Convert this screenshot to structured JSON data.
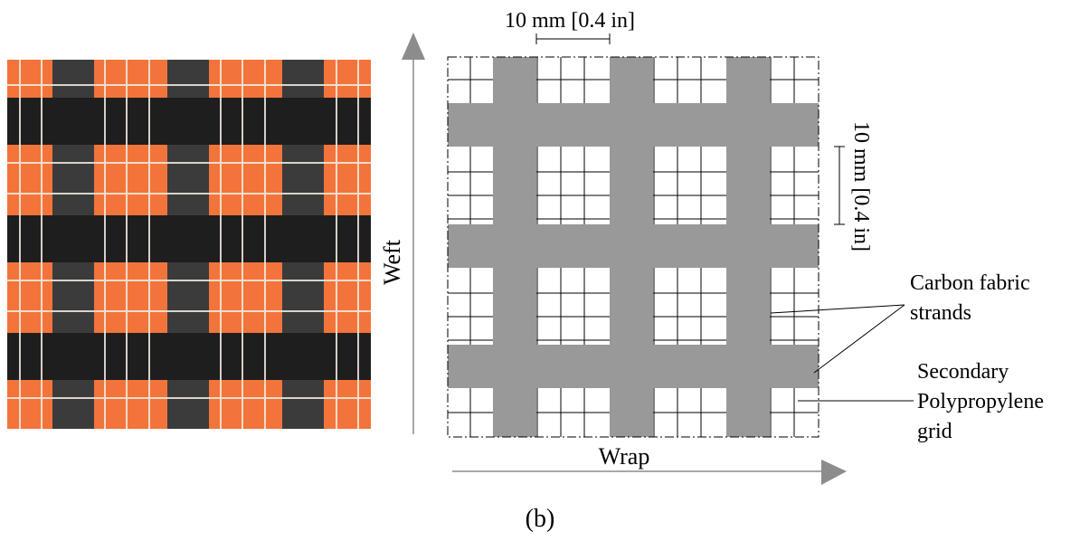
{
  "photo": {
    "description_icon": "carbon-fabric-mesh-photo",
    "colors": {
      "background": "#f2743a",
      "strand_warp": "#3b3b3b",
      "strand_weft": "#1e1e1e",
      "thread": "#f4efe6"
    }
  },
  "diagram": {
    "scale_top": "10 mm [0.4 in]",
    "scale_right": "10 mm [0.4 in]",
    "axis_vertical": "Weft",
    "axis_horizontal": "Wrap",
    "callout_strands": [
      "Carbon fabric",
      "strands"
    ],
    "callout_grid": [
      "Secondary",
      "Polypropylene",
      "grid"
    ],
    "colors": {
      "strand": "#999999",
      "grid_line": "#000000",
      "arrow": "#8c8c8c"
    }
  },
  "caption": "(b)"
}
